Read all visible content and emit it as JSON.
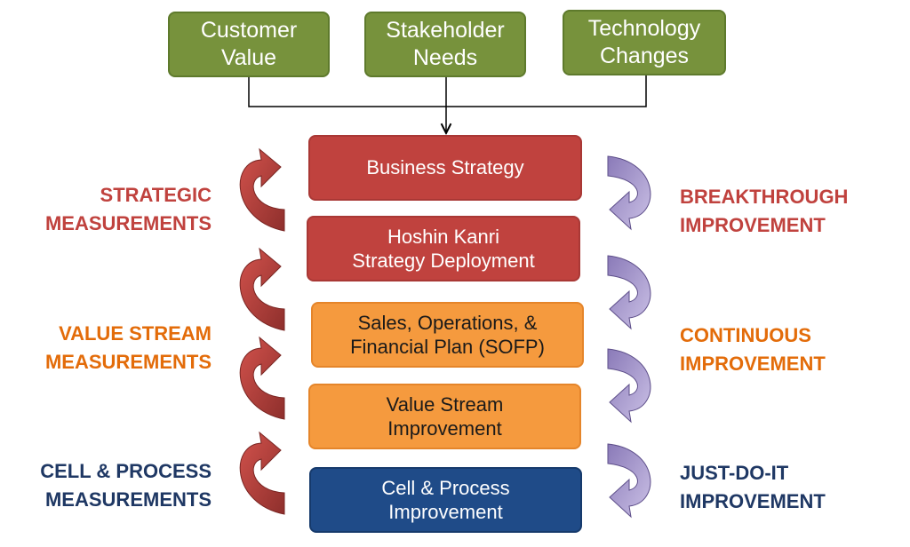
{
  "inputs": [
    {
      "line1": "Customer",
      "line2": "Value"
    },
    {
      "line1": "Stakeholder",
      "line2": "Needs"
    },
    {
      "line1": "Technology",
      "line2": "Changes"
    }
  ],
  "levels": [
    {
      "line1": "Business Strategy",
      "line2": ""
    },
    {
      "line1": "Hoshin Kanri",
      "line2": "Strategy Deployment"
    },
    {
      "line1": "Sales, Operations, &",
      "line2": "Financial Plan (SOFP)"
    },
    {
      "line1": "Value Stream",
      "line2": "Improvement"
    },
    {
      "line1": "Cell & Process",
      "line2": "Improvement"
    }
  ],
  "measurements": {
    "strategic": {
      "line1": "STRATEGIC",
      "line2": "MEASUREMENTS"
    },
    "value_stream": {
      "line1": "VALUE STREAM",
      "line2": "MEASUREMENTS"
    },
    "cell_process": {
      "line1": "CELL & PROCESS",
      "line2": "MEASUREMENTS"
    }
  },
  "improvements": {
    "breakthrough": {
      "line1": "BREAKTHROUGH",
      "line2": "IMPROVEMENT"
    },
    "continuous": {
      "line1": "CONTINUOUS",
      "line2": "IMPROVEMENT"
    },
    "just_do_it": {
      "line1": "JUST-DO-IT",
      "line2": "IMPROVEMENT"
    }
  },
  "colors": {
    "green": "#77923c",
    "red": "#c0423e",
    "orange": "#f59a3e",
    "navy": "#1f4b88",
    "red_text": "#c0423e",
    "orange_text": "#e36c0a",
    "navy_text": "#1f3864",
    "left_arrow": "#a53a37",
    "right_arrow": "#a99cc9"
  }
}
